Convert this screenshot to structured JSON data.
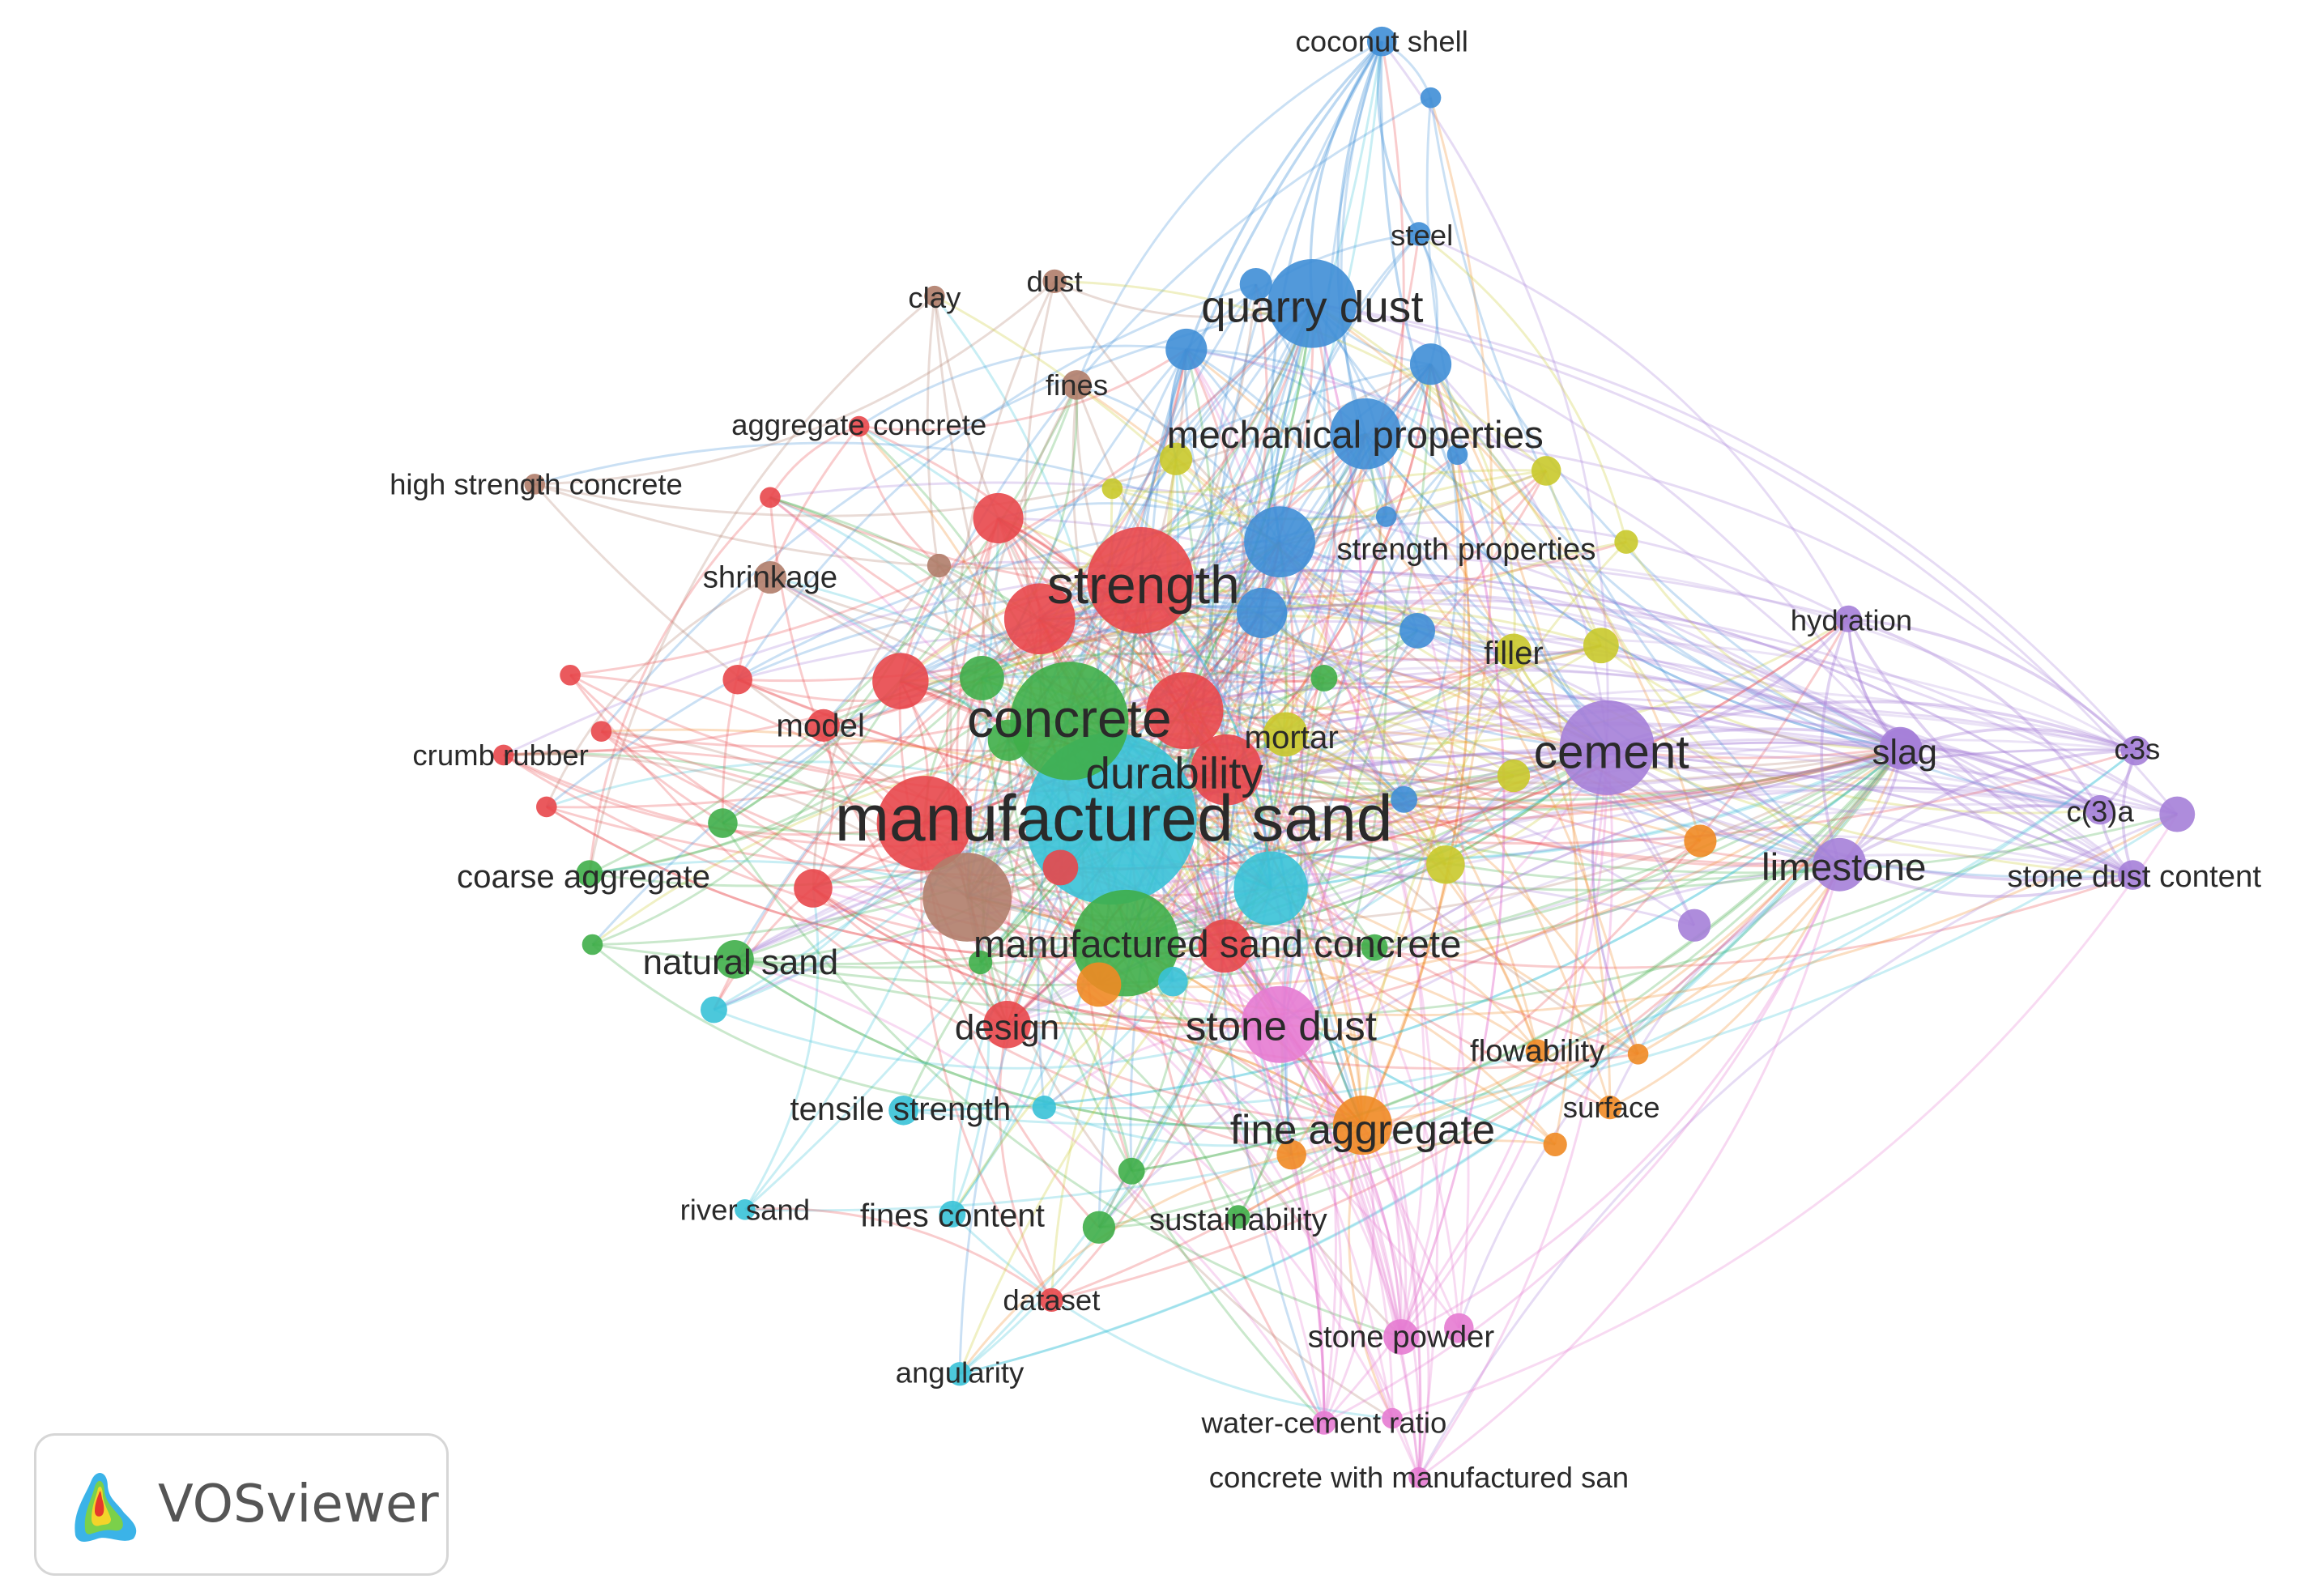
{
  "app": {
    "brand": "VOSviewer",
    "logo_icon": "vosviewer-density-logo-icon"
  },
  "colors": {
    "red": "#e8474b",
    "green": "#3fae49",
    "blue": "#3f8ed6",
    "yellow": "#c9c92b",
    "purple": "#a57fd8",
    "cyan": "#39c2d7",
    "orange": "#f08a24",
    "brown": "#b07d6a",
    "pink": "#e57bd2"
  },
  "nodes": [
    {
      "label": "manufactured sand",
      "cluster": "cyan",
      "weight": 10
    },
    {
      "label": "concrete",
      "cluster": "green",
      "weight": 7
    },
    {
      "label": "strength",
      "cluster": "red",
      "weight": 6
    },
    {
      "label": "durability",
      "cluster": "red",
      "weight": 3
    },
    {
      "label": "quarry dust",
      "cluster": "blue",
      "weight": 6
    },
    {
      "label": "mechanical properties",
      "cluster": "blue",
      "weight": 4
    },
    {
      "label": "cement",
      "cluster": "purple",
      "weight": 5
    },
    {
      "label": "manufactured sand concrete",
      "cluster": "green",
      "weight": 6
    },
    {
      "label": "stone dust",
      "cluster": "pink",
      "weight": 4
    },
    {
      "label": "fine aggregate",
      "cluster": "orange",
      "weight": 4
    },
    {
      "label": "limestone",
      "cluster": "purple",
      "weight": 3
    },
    {
      "label": "slag",
      "cluster": "purple",
      "weight": 2
    },
    {
      "label": "natural sand",
      "cluster": "green",
      "weight": 3
    },
    {
      "label": "design",
      "cluster": "red",
      "weight": 3
    },
    {
      "label": "model",
      "cluster": "red",
      "weight": 2
    },
    {
      "label": "mortar",
      "cluster": "yellow",
      "weight": 2
    },
    {
      "label": "strength properties",
      "cluster": "blue",
      "weight": 4
    },
    {
      "label": "filler",
      "cluster": "yellow",
      "weight": 2
    },
    {
      "label": "coarse aggregate",
      "cluster": "green",
      "weight": 2
    },
    {
      "label": "tensile strength",
      "cluster": "cyan",
      "weight": 2
    },
    {
      "label": "fines content",
      "cluster": "cyan",
      "weight": 2
    },
    {
      "label": "sustainability",
      "cluster": "green",
      "weight": 2
    },
    {
      "label": "shrinkage",
      "cluster": "brown",
      "weight": 2
    },
    {
      "label": "hydration",
      "cluster": "purple",
      "weight": 2
    },
    {
      "label": "c3s",
      "cluster": "purple",
      "weight": 2
    },
    {
      "label": "c(3)a",
      "cluster": "purple",
      "weight": 2
    },
    {
      "label": "stone dust content",
      "cluster": "purple",
      "weight": 2
    },
    {
      "label": "flowability",
      "cluster": "orange",
      "weight": 1
    },
    {
      "label": "surface",
      "cluster": "orange",
      "weight": 1
    },
    {
      "label": "river sand",
      "cluster": "cyan",
      "weight": 1
    },
    {
      "label": "dataset",
      "cluster": "red",
      "weight": 1
    },
    {
      "label": "angularity",
      "cluster": "cyan",
      "weight": 1
    },
    {
      "label": "stone powder",
      "cluster": "pink",
      "weight": 2
    },
    {
      "label": "water-cement ratio",
      "cluster": "pink",
      "weight": 1
    },
    {
      "label": "concrete with manufactured san",
      "cluster": "pink",
      "weight": 1
    },
    {
      "label": "coconut shell",
      "cluster": "blue",
      "weight": 2
    },
    {
      "label": "steel",
      "cluster": "blue",
      "weight": 1
    },
    {
      "label": "clay",
      "cluster": "brown",
      "weight": 1
    },
    {
      "label": "dust",
      "cluster": "brown",
      "weight": 1
    },
    {
      "label": "fines",
      "cluster": "brown",
      "weight": 2
    },
    {
      "label": "aggregate concrete",
      "cluster": "red",
      "weight": 1
    },
    {
      "label": "high strength concrete",
      "cluster": "brown",
      "weight": 1
    },
    {
      "label": "crumb rubber",
      "cluster": "red",
      "weight": 1
    }
  ]
}
